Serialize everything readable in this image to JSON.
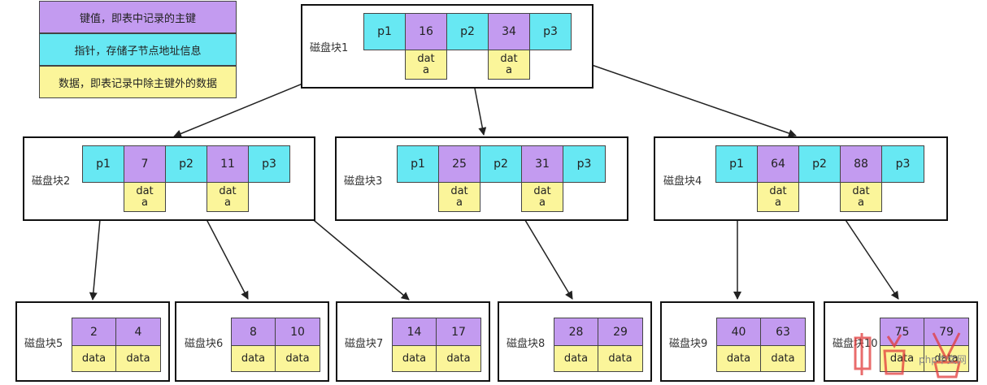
{
  "legend": [
    {
      "text": "键值，即表中记录的主键",
      "color": "#c39bf0"
    },
    {
      "text": "指针，存储子节点地址信息",
      "color": "#67e8f3"
    },
    {
      "text": "数据，即表记录中除主键外的数据",
      "color": "#fbf59a"
    }
  ],
  "blocks": {
    "b1": {
      "label": "磁盘块1",
      "p1": "p1",
      "k1": "16",
      "p2": "p2",
      "k2": "34",
      "p3": "p3",
      "d1": "dat\na",
      "d2": "dat\na"
    },
    "b2": {
      "label": "磁盘块2",
      "p1": "p1",
      "k1": "7",
      "p2": "p2",
      "k2": "11",
      "p3": "p3",
      "d1": "dat\na",
      "d2": "dat\na"
    },
    "b3": {
      "label": "磁盘块3",
      "p1": "p1",
      "k1": "25",
      "p2": "p2",
      "k2": "31",
      "p3": "p3",
      "d1": "dat\na",
      "d2": "dat\na"
    },
    "b4": {
      "label": "磁盘块4",
      "p1": "p1",
      "k1": "64",
      "p2": "p2",
      "k2": "88",
      "p3": "p3",
      "d1": "dat\na",
      "d2": "dat\na"
    },
    "b5": {
      "label": "磁盘块5",
      "k1": "2",
      "k2": "4",
      "d1": "data",
      "d2": "data"
    },
    "b6": {
      "label": "磁盘块6",
      "k1": "8",
      "k2": "10",
      "d1": "data",
      "d2": "data"
    },
    "b7": {
      "label": "磁盘块7",
      "k1": "14",
      "k2": "17",
      "d1": "data",
      "d2": "data"
    },
    "b8": {
      "label": "磁盘块8",
      "k1": "28",
      "k2": "29",
      "d1": "data",
      "d2": "data"
    },
    "b9": {
      "label": "磁盘块9",
      "k1": "40",
      "k2": "63",
      "d1": "data",
      "d2": "data"
    },
    "b10": {
      "label": "磁盘块10",
      "k1": "75",
      "k2": "79",
      "d1": "data",
      "d2": "data"
    }
  },
  "watermark": {
    "text": "php中文网"
  }
}
